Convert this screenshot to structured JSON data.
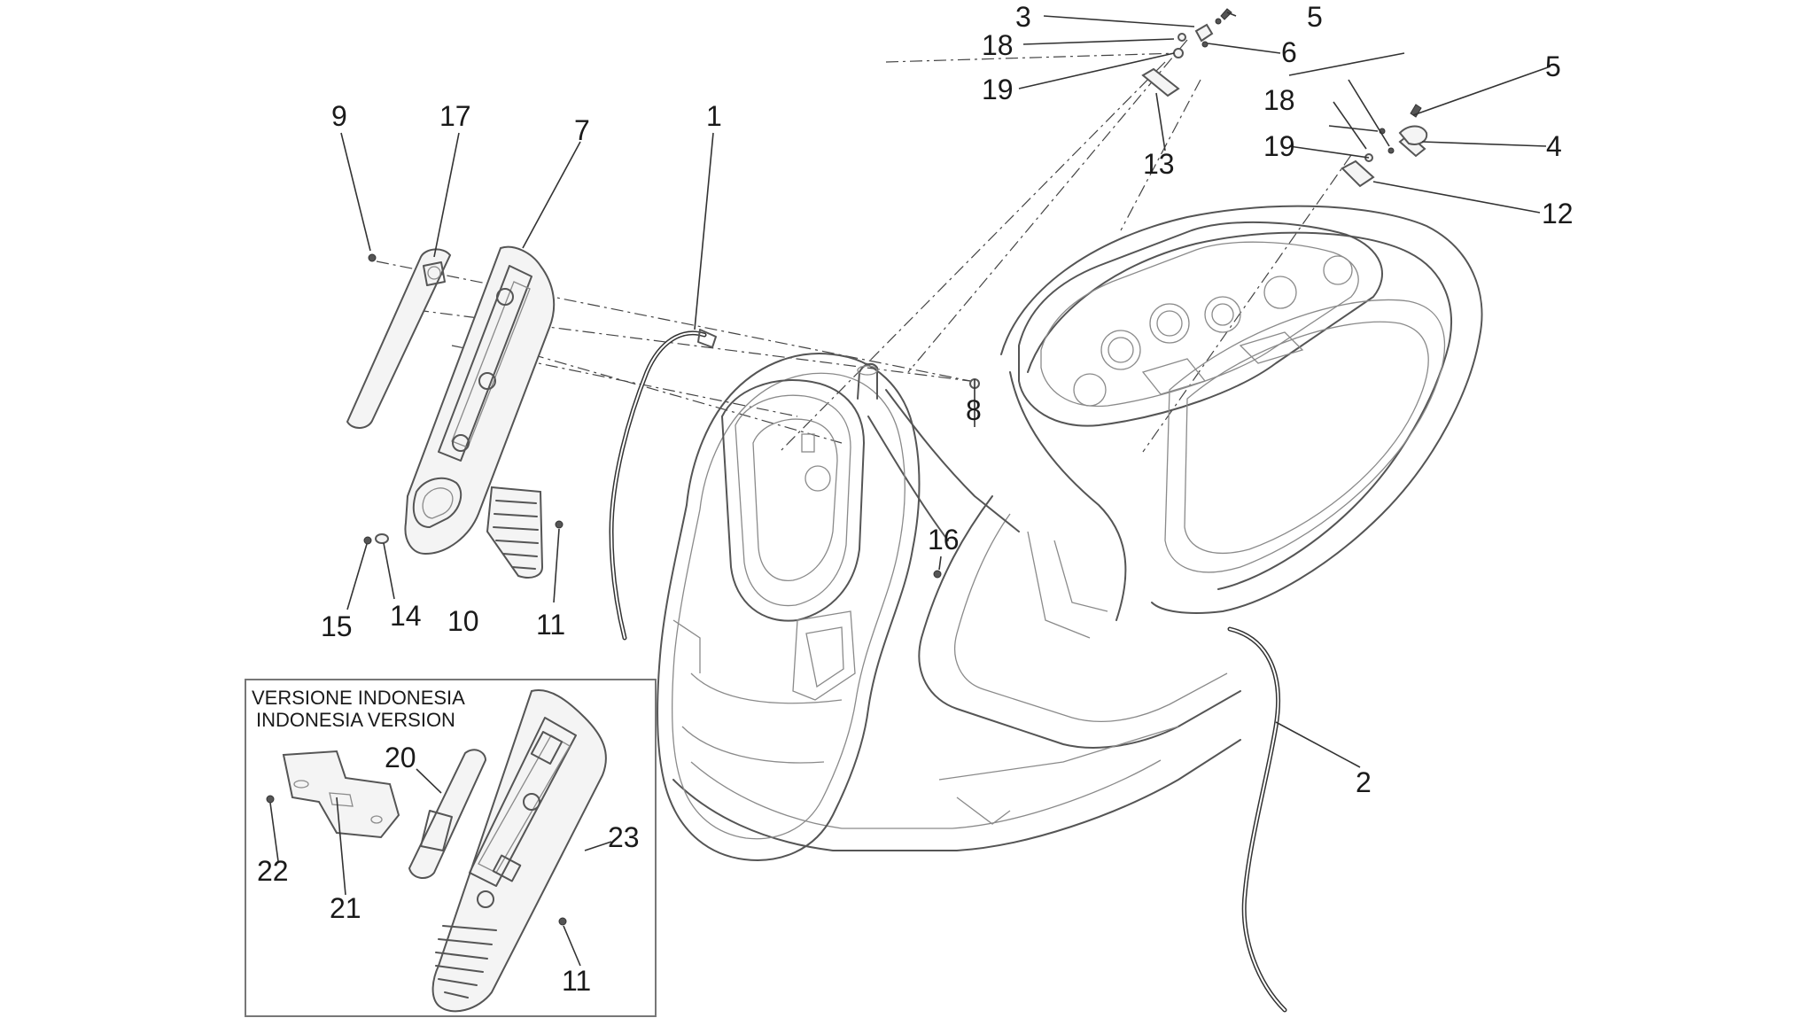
{
  "diagram": {
    "inset_title_line1": "VERSIONE INDONESIA",
    "inset_title_line2": "INDONESIA VERSION"
  },
  "labels": {
    "l1": "1",
    "l2": "2",
    "l3": "3",
    "l4": "4",
    "l5a": "5",
    "l5b": "5",
    "l6": "6",
    "l7": "7",
    "l8": "8",
    "l9": "9",
    "l10": "10",
    "l11a": "11",
    "l11b": "11",
    "l12": "12",
    "l13": "13",
    "l14": "14",
    "l15": "15",
    "l16": "16",
    "l17": "17",
    "l18a": "18",
    "l18b": "18",
    "l19a": "19",
    "l19b": "19",
    "l20": "20",
    "l21": "21",
    "l22": "22",
    "l23": "23"
  }
}
